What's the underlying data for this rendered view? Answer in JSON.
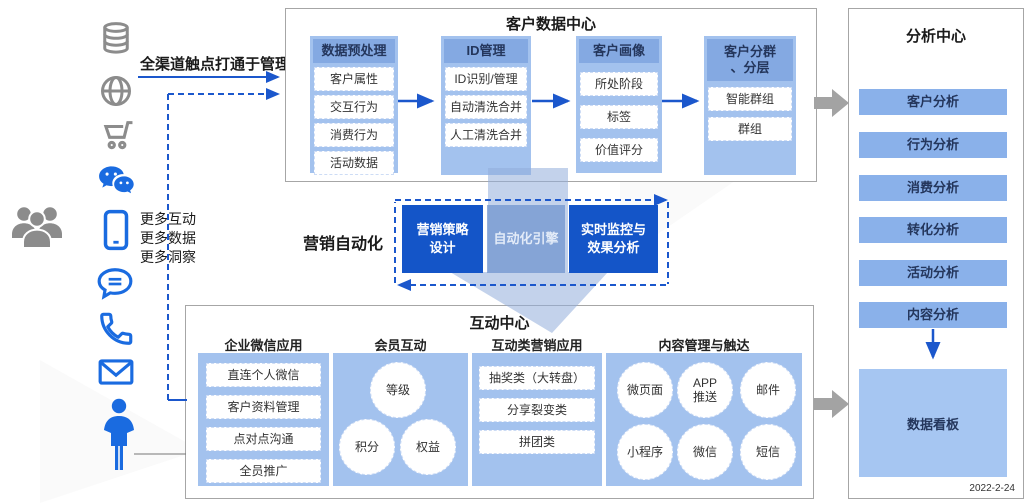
{
  "left_panel": {
    "audience_icon": "people-group",
    "channel_icons": [
      "database",
      "globe",
      "shopping-cart",
      "wechat",
      "mobile-phone",
      "chat-bubble",
      "phone-handset",
      "mail-envelope",
      "person"
    ],
    "top_arrow_label": "全渠道触点打通于管理",
    "more_lines": "更多互动\n更多数据\n更多洞察"
  },
  "customer_data_center": {
    "title": "客户数据中心",
    "columns": [
      {
        "header": "数据预处理",
        "items": [
          "客户属性",
          "交互行为",
          "消费行为",
          "活动数据"
        ]
      },
      {
        "header": "ID管理",
        "items": [
          "ID识别/管理",
          "自动清洗合并",
          "人工清洗合并"
        ]
      },
      {
        "header": "客户画像",
        "items": [
          "所处阶段",
          "标签",
          "价值评分"
        ]
      },
      {
        "header": "客户分群\n、分层",
        "items": [
          "智能群组",
          "群组"
        ]
      }
    ]
  },
  "marketing_automation": {
    "label": "营销自动化",
    "steps": [
      "营销策略\n设计",
      "自动化引擎",
      "实时监控与\n效果分析"
    ]
  },
  "interaction_center": {
    "title": "互动中心",
    "groups": [
      {
        "header": "企业微信应用",
        "shape": "box",
        "items": [
          "直连个人微信",
          "客户资料管理",
          "点对点沟通",
          "全员推广"
        ]
      },
      {
        "header": "会员互动",
        "shape": "circle",
        "items": [
          "等级",
          "积分",
          "权益"
        ]
      },
      {
        "header": "互动类营销应用",
        "shape": "box",
        "items": [
          "抽奖类（大转盘）",
          "分享裂变类",
          "拼团类"
        ]
      },
      {
        "header": "内容管理与触达",
        "shape": "circle",
        "items": [
          "微页面",
          "APP\n推送",
          "邮件",
          "小程序",
          "微信",
          "短信"
        ]
      }
    ]
  },
  "analysis_center": {
    "title": "分析中心",
    "items": [
      "客户分析",
      "行为分析",
      "消费分析",
      "转化分析",
      "活动分析",
      "内容分析"
    ],
    "dashboard_label": "数据看板",
    "date": "2022-2-24"
  },
  "colors": {
    "accent_blue": "#1b57cc",
    "dark_box_blue": "#1455c8",
    "panel_blue": "#a3c2ee",
    "header_blue": "#84a9e2",
    "bar_blue": "#8ab1ea",
    "gray_arrow": "#a3a3a3",
    "icon_gray": "#8c8c8c",
    "icon_blue": "#1a6be0"
  }
}
